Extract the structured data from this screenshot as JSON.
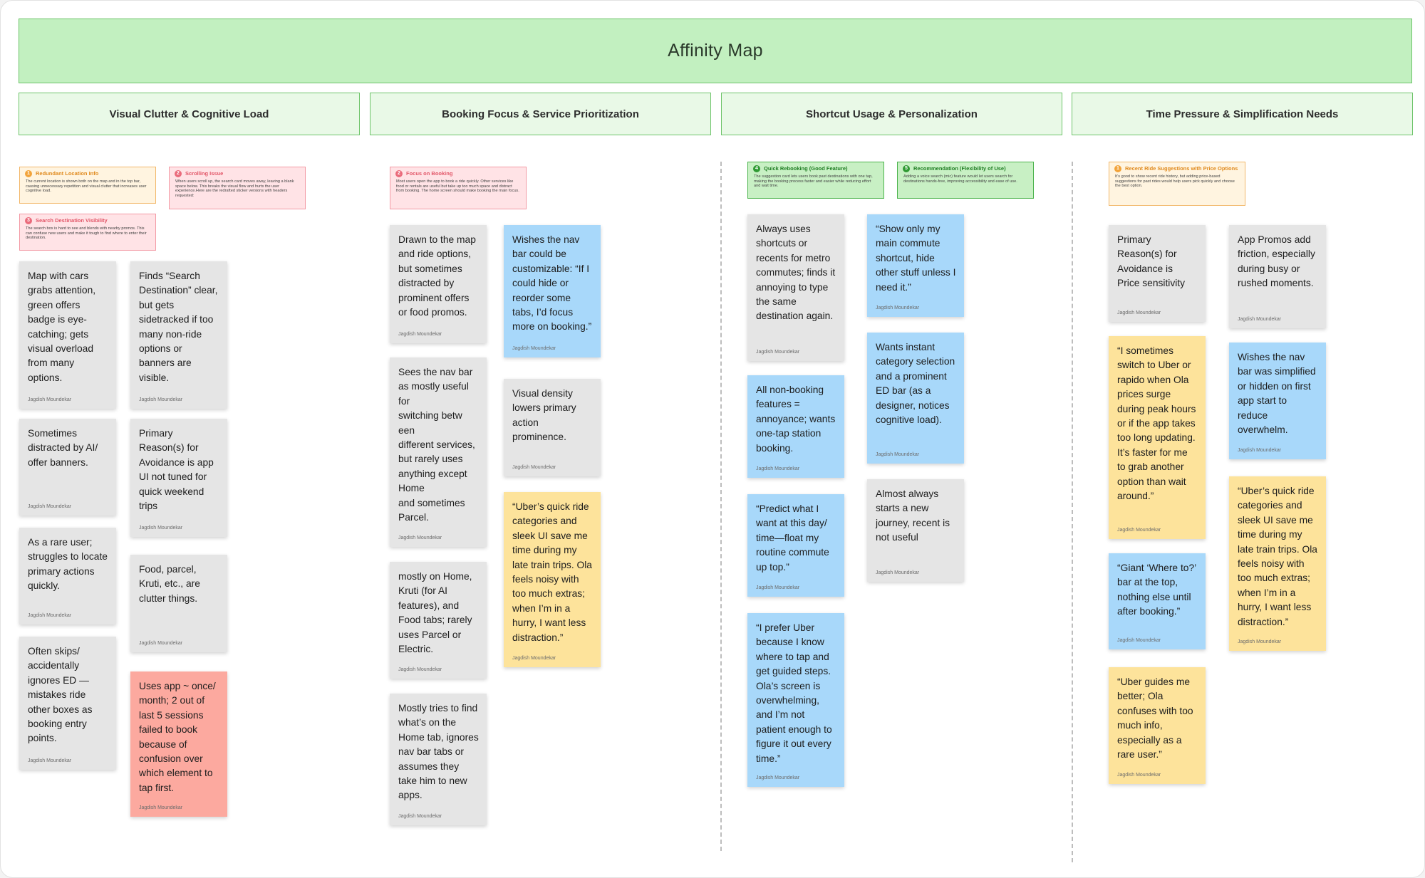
{
  "board": {
    "title": "Affinity Map",
    "author": "Jagdish Moundekar",
    "colors": {
      "gray": "#e5e5e5",
      "blue": "#a8d8fa",
      "yellow": "#fde39b",
      "red": "#fca99f",
      "header_green": "#c2f0c0"
    }
  },
  "columns": [
    {
      "title": "Visual Clutter & Cognitive Load",
      "notes": [
        {
          "num": "1",
          "color": "orange",
          "title": "Redundant Location Info",
          "body": "The current location is shown both on the map and in the top bar, causing unnecessary repetition and visual clutter that increases user cognitive load."
        },
        {
          "num": "2",
          "color": "pink",
          "title": "Scrolling Issue",
          "body": "When users scroll up, the search card moves away, leaving a blank space below. This breaks the visual flow and hurts the user experience.Here are the redrafted sticker versions with headers requested:"
        },
        {
          "num": "3",
          "color": "pink",
          "title": "Search Destination Visibility",
          "body": "The search box is hard to see and blends with nearby promos. This can confuse new users and make it tough to find where to enter their destination."
        }
      ],
      "stickies": [
        {
          "color": "gray",
          "text": "Map with cars grabs attention, green offers badge is eye-catching; gets visual overload from many options."
        },
        {
          "color": "gray",
          "text": "Sometimes distracted by AI/ offer banners."
        },
        {
          "color": "gray",
          "text": "As a rare user; struggles to locate primary actions quickly."
        },
        {
          "color": "gray",
          "text": "Often skips/ accidentally ignores ED — mistakes ride other boxes as booking entry points."
        },
        {
          "color": "gray",
          "text": "Finds “Search Destination” clear, but gets sidetracked if too many non-ride options or banners are visible."
        },
        {
          "color": "gray",
          "text": "Primary Reason(s) for Avoidance is app UI not tuned for quick weekend trips"
        },
        {
          "color": "gray",
          "text": "Food, parcel, Kruti, etc., are clutter things."
        },
        {
          "color": "red",
          "text": "Uses app ~ once/ month; 2 out of last 5 sessions failed to book because of confusion over which element to tap first."
        }
      ]
    },
    {
      "title": "Booking Focus & Service Prioritization",
      "notes": [
        {
          "num": "2",
          "color": "pink",
          "title": "Focus on Booking",
          "body": "Most users open the app to book a ride quickly. Other services like food or rentals are useful but take up too much space and distract from booking. The home screen should make booking the main focus."
        }
      ],
      "stickies": [
        {
          "color": "gray",
          "text": "Drawn to the map and ride options, but sometimes distracted by prominent offers or food promos."
        },
        {
          "color": "gray",
          "text": "Sees the nav bar as mostly useful for\nswitching betw een\ndifferent services, but rarely uses anything except Home\nand sometimes Parcel."
        },
        {
          "color": "gray",
          "text": "mostly on Home, Kruti (for AI features), and Food tabs; rarely uses Parcel or Electric."
        },
        {
          "color": "gray",
          "text": "Mostly tries to find what’s on the Home tab, ignores nav bar tabs or assumes they take him to new apps."
        },
        {
          "color": "blue",
          "text": "Wishes the nav bar could be customizable: “If I could hide or reorder some tabs, I’d focus more on booking.”"
        },
        {
          "color": "gray",
          "text": "Visual density lowers primary action prominence."
        },
        {
          "color": "yellow",
          "text": "“Uber’s quick ride categories and sleek UI save me time during my late train trips. Ola feels noisy with too much extras; when I’m in a hurry, I want less distraction.”"
        }
      ]
    },
    {
      "title": "Shortcut Usage & Personalization",
      "notes": [
        {
          "num": "4",
          "color": "green",
          "title": "Quick Rebooking (Good Feature)",
          "body": "The suggestion card lets users book past destinations with one tap, making the booking process faster and easier while reducing effort and wait time."
        },
        {
          "num": "5",
          "color": "green",
          "title": "Recommendation (Flexibility of Use)",
          "body": "Adding a voice search (mic) feature would let users search for destinations hands-free, improving accessibility and ease of use."
        }
      ],
      "stickies": [
        {
          "color": "gray",
          "text": "Always uses shortcuts or recents for metro commutes; finds it annoying to type the same destination again."
        },
        {
          "color": "blue",
          "text": "All non-booking features = annoyance; wants one-tap station booking."
        },
        {
          "color": "blue",
          "text": "“Predict what I want at this day/ time—float my routine commute up top.”"
        },
        {
          "color": "blue",
          "text": "“I prefer Uber because I know where to tap and get guided steps. Ola’s screen is overwhelming, and I’m not patient enough to figure it out every time.”"
        },
        {
          "color": "blue",
          "text": "“Show only my main commute shortcut, hide other stuff unless I need it.”"
        },
        {
          "color": "blue",
          "text": "Wants instant category selection and a prominent ED bar (as a designer, notices cognitive load)."
        },
        {
          "color": "gray",
          "text": "Almost always starts a new journey, recent is not useful"
        }
      ]
    },
    {
      "title": "Time Pressure & Simplification Needs",
      "notes": [
        {
          "num": "1",
          "color": "orange",
          "title": "Recent Ride Suggestions with Price Options",
          "body": "It’s good to show recent ride history, but adding price-based suggestions for past rides would help users pick quickly and choose the best option."
        }
      ],
      "stickies": [
        {
          "color": "gray",
          "text": "Primary Reason(s) for Avoidance is Price sensitivity"
        },
        {
          "color": "yellow",
          "text": "“I sometimes switch to Uber or rapido when Ola prices surge during peak hours or if the app takes too long updating. It’s faster for me to grab another option than wait around.”"
        },
        {
          "color": "blue",
          "text": "“Giant ‘Where to?’ bar at the top, nothing else until after booking.”"
        },
        {
          "color": "yellow",
          "text": "“Uber guides me better; Ola confuses with too much info, especially as a rare user.”"
        },
        {
          "color": "gray",
          "text": "App Promos add friction, especially during busy or rushed moments."
        },
        {
          "color": "blue",
          "text": "Wishes the nav bar was simplified or hidden on first app start to reduce overwhelm."
        },
        {
          "color": "yellow",
          "text": "“Uber’s quick ride categories and sleek UI save me time during my late train trips. Ola feels noisy with too much extras; when I’m in a hurry, I want less distraction.”"
        }
      ]
    }
  ]
}
